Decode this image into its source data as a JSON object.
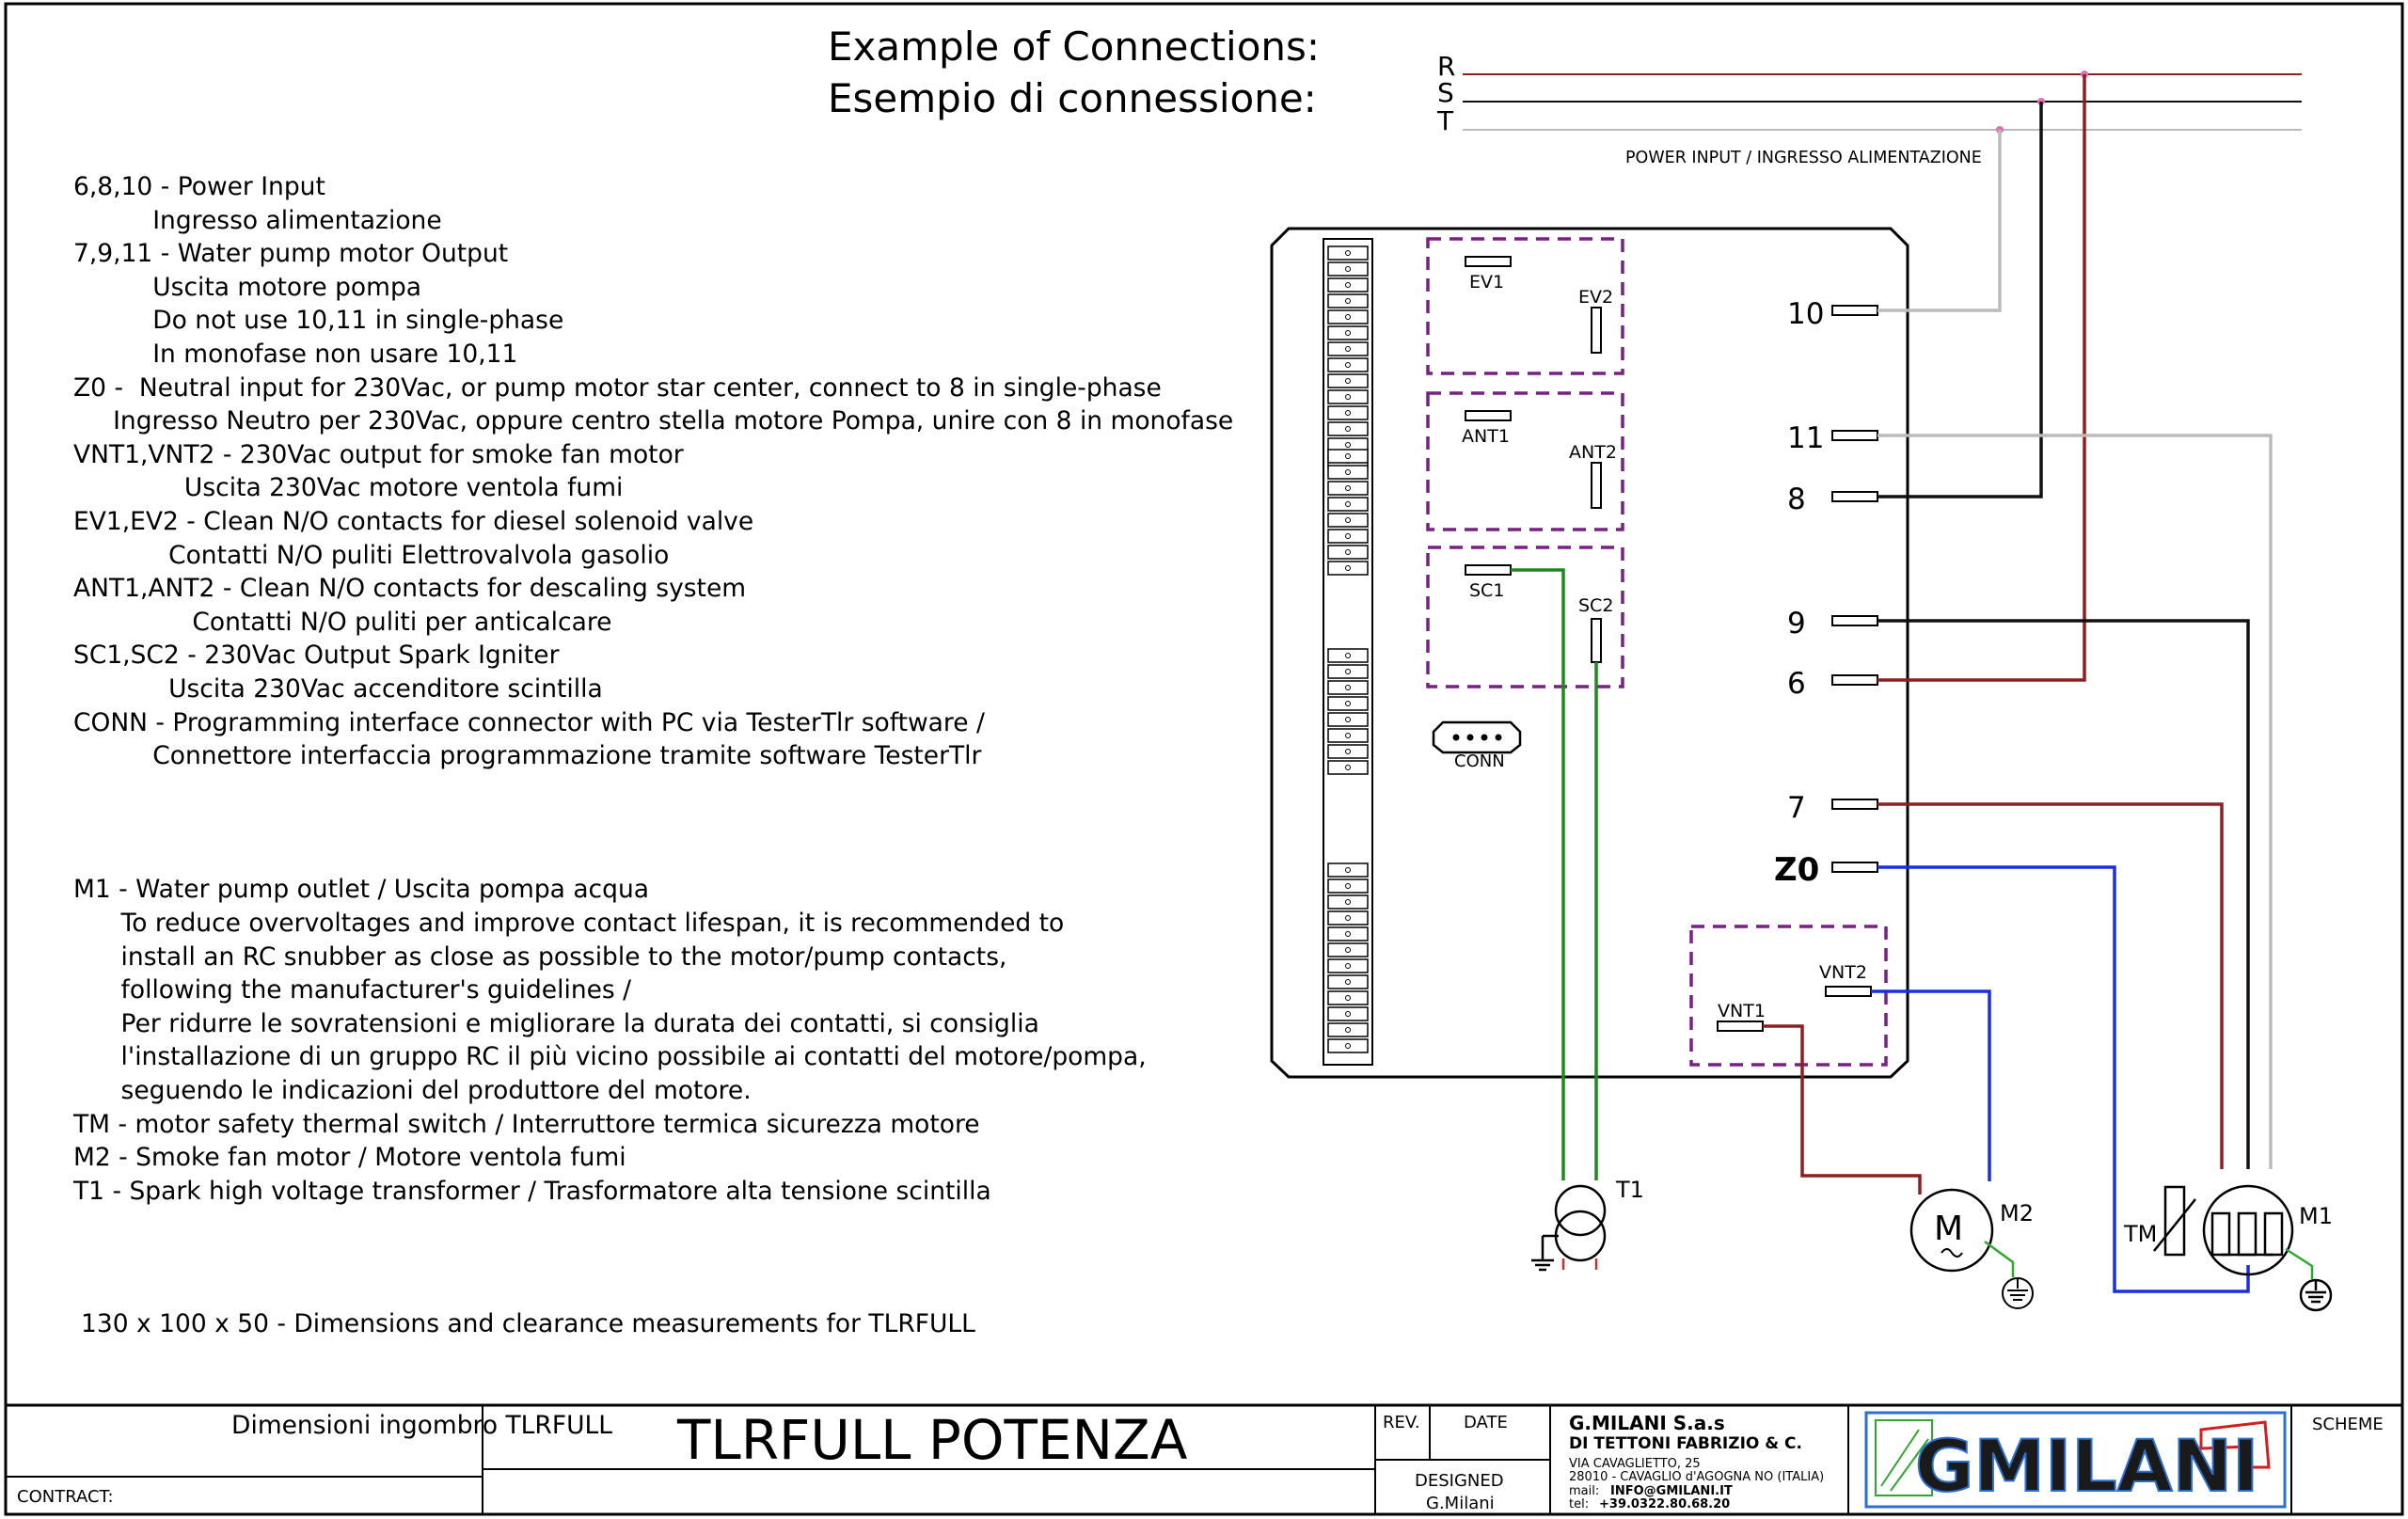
{
  "header": {
    "line1": "Example of Connections:",
    "line2": "Esempio di connessione:"
  },
  "power_lines": {
    "r": "R",
    "s": "S",
    "t": "T",
    "caption": "POWER INPUT / INGRESSO ALIMENTAZIONE"
  },
  "legend": [
    "6,8,10 - Power Input",
    "          Ingresso alimentazione",
    "7,9,11 - Water pump motor Output",
    "          Uscita motore pompa",
    "          Do not use 10,11 in single-phase",
    "          In monofase non usare 10,11",
    "Z0 -  Neutral input for 230Vac, or pump motor star center, connect to 8 in single-phase",
    "     Ingresso Neutro per 230Vac, oppure centro stella motore Pompa, unire con 8 in monofase",
    "VNT1,VNT2 - 230Vac output for smoke fan motor",
    "              Uscita 230Vac motore ventola fumi",
    "EV1,EV2 - Clean N/O contacts for diesel solenoid valve",
    "            Contatti N/O puliti Elettrovalvola gasolio",
    "ANT1,ANT2 - Clean N/O contacts for descaling system",
    "               Contatti N/O puliti per anticalcare",
    "SC1,SC2 - 230Vac Output Spark Igniter",
    "            Uscita 230Vac accenditore scintilla",
    "CONN - Programming interface connector with PC via TesterTlr software /",
    "          Connettore interfaccia programmazione tramite software TesterTlr",
    "",
    "",
    "",
    "M1 - Water pump outlet / Uscita pompa acqua",
    "      To reduce overvoltages and improve contact lifespan, it is recommended to",
    "      install an RC snubber as close as possible to the motor/pump contacts,",
    "      following the manufacturer's guidelines /",
    "      Per ridurre le sovratensioni e migliorare la durata dei contatti, si consiglia",
    "      l'installazione di un gruppo RC il più vicino possibile ai contatti del motore/pompa,",
    "      seguendo le indicazioni del produttore del motore.",
    "TM - motor safety thermal switch / Interruttore termica sicurezza motore",
    "M2 - Smoke fan motor / Motore ventola fumi",
    "T1 - Spark high voltage transformer / Trasformatore alta tensione scintilla"
  ],
  "dimensions": {
    "line1": "130 x 100 x 50 - Dimensions and clearance measurements for TLRFULL",
    "line2": "                   Dimensioni ingombro TLRFULL"
  },
  "board": {
    "relays": {
      "ev1": "EV1",
      "ev2": "EV2",
      "ant1": "ANT1",
      "ant2": "ANT2",
      "sc1": "SC1",
      "sc2": "SC2",
      "vnt1": "VNT1",
      "vnt2": "VNT2",
      "conn": "CONN"
    },
    "terminals": {
      "t10": "10",
      "t11": "11",
      "t8": "8",
      "t9": "9",
      "t6": "6",
      "t7": "7",
      "z0": "Z0"
    }
  },
  "components": {
    "t1": "T1",
    "m2": "M2",
    "m1": "M1",
    "tm": "TM",
    "motor_symbol": "M"
  },
  "title_block": {
    "title": "TLRFULL POTENZA",
    "contract": "CONTRACT:",
    "rev": "REV.",
    "date": "DATE",
    "designed": "DESIGNED",
    "designer": "G.Milani",
    "company_name": "G.MILANI S.a.s",
    "company_sub": "DI TETTONI FABRIZIO & C.",
    "address1": "VIA CAVAGLIETTO, 25",
    "address2": "28010 - CAVAGLIO d'AGOGNA NO (ITALIA)",
    "mail_label": "mail:",
    "mail": "INFO@GMILANI.IT",
    "tel_label": "tel:",
    "tel": "+39.0322.80.68.20",
    "logo_text": "GMILANI",
    "scheme": "SCHEME"
  },
  "colors": {
    "r_line": "#8a2020",
    "s_line": "#111111",
    "t_line": "#bbbbbb",
    "neutral": "#1a2fe0",
    "spark": "#1d8a1d",
    "dashed_box": "#7a1f86",
    "ground": "#2fa82f"
  }
}
